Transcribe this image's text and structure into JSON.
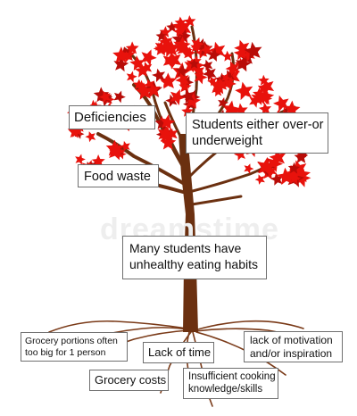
{
  "watermark": "dreamstime",
  "colors": {
    "leaf_primary": "#e8120c",
    "leaf_dark": "#b80c08",
    "trunk": "#6b3010",
    "roots": "#7a3a18",
    "box_border": "#6f6f6f"
  },
  "labels": {
    "deficiencies": "Deficiencies",
    "weight": "Students either over-or underweight",
    "food_waste": "Food waste",
    "unhealthy": "Many students have unhealthy eating habits",
    "portions": "Grocery portions often too big for 1 person",
    "lack_time": "Lack of time",
    "motivation": "lack of motivation and/or inspiration",
    "grocery_costs": "Grocery costs",
    "cooking": "Insufficient cooking knowledge/skills"
  }
}
